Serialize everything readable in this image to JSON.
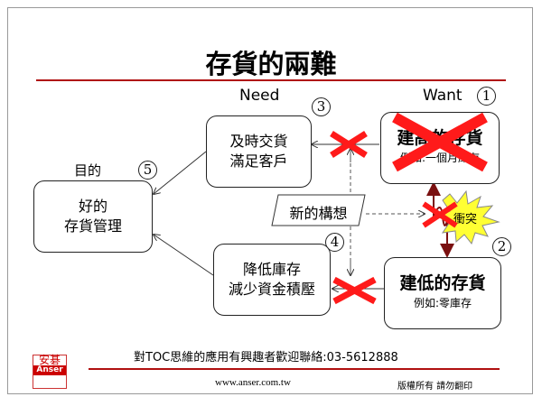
{
  "title": "存貨的兩難",
  "labels": {
    "need": "Need",
    "want": "Want",
    "goal": "目的"
  },
  "numbers": [
    "1",
    "2",
    "3",
    "4",
    "5"
  ],
  "goal_box": {
    "line1": "好的",
    "line2": "存貨管理"
  },
  "need_top": {
    "line1": "及時交貨",
    "line2": "滿足客戶"
  },
  "need_bottom": {
    "line1": "降低庫存",
    "line2": "減少資金積壓"
  },
  "want_top": {
    "line1": "建高的存貨",
    "line2": "例如:一個月庫存"
  },
  "want_bottom": {
    "line1": "建低的存貨",
    "line2": "例如:零庫存"
  },
  "new_idea": "新的構想",
  "conflict": "衝突",
  "footer": {
    "contact": "對TOC思維的應用有興趣者歡迎聯絡:03-5612888",
    "website": "www.anser.com.tw",
    "copyright": "版權所有 請勿翻印",
    "logo_text": "安碁 Anser"
  },
  "colors": {
    "accent": "#b01010",
    "cross": "#ff1a1a",
    "burst": "#ffff33"
  }
}
